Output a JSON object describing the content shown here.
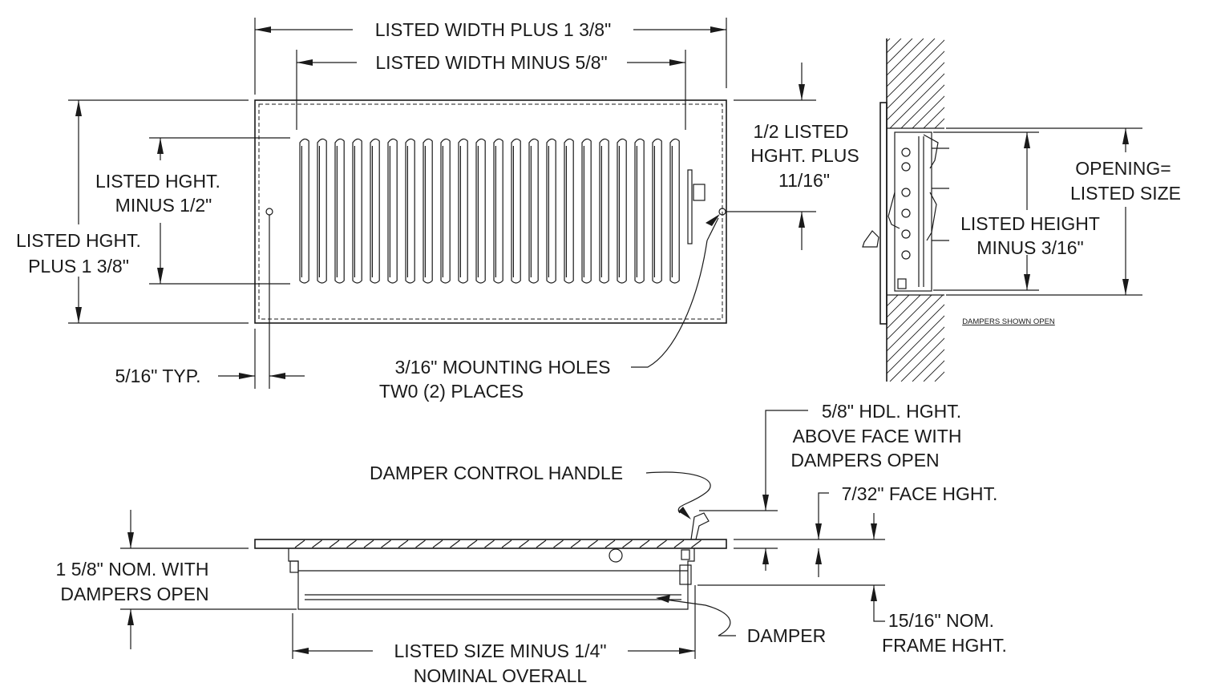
{
  "diagram": {
    "front_view": {
      "width_plus": "LISTED WIDTH PLUS 1 3/8\"",
      "width_minus": "LISTED WIDTH MINUS 5/8\"",
      "hght_minus_1": "LISTED HGHT.",
      "hght_minus_2": "MINUS 1/2\"",
      "hght_plus_1": "LISTED HGHT.",
      "hght_plus_2": "PLUS 1 3/8\"",
      "half_hght_1": "1/2 LISTED",
      "half_hght_2": "HGHT. PLUS",
      "half_hght_3": "11/16\"",
      "typ": "5/16\" TYP.",
      "holes_1": "3/16\" MOUNTING HOLES",
      "holes_2": "TW0 (2) PLACES"
    },
    "side_view": {
      "opening_1": "OPENING=",
      "opening_2": "LISTED SIZE",
      "height_1": "LISTED HEIGHT",
      "height_2": "MINUS 3/16\"",
      "note": "DAMPERS SHOWN OPEN"
    },
    "bottom_view": {
      "handle_hght_1": "5/8\" HDL. HGHT.",
      "handle_hght_2": "ABOVE FACE WITH",
      "handle_hght_3": "DAMPERS OPEN",
      "handle": "DAMPER CONTROL HANDLE",
      "face_hght": "7/32\" FACE HGHT.",
      "nom_1": "1 5/8\" NOM. WITH",
      "nom_2": "DAMPERS OPEN",
      "frame_1": "15/16\" NOM.",
      "frame_2": "FRAME HGHT.",
      "damper": "DAMPER",
      "overall_1": "LISTED SIZE MINUS 1/4\"",
      "overall_2": "NOMINAL OVERALL"
    }
  }
}
